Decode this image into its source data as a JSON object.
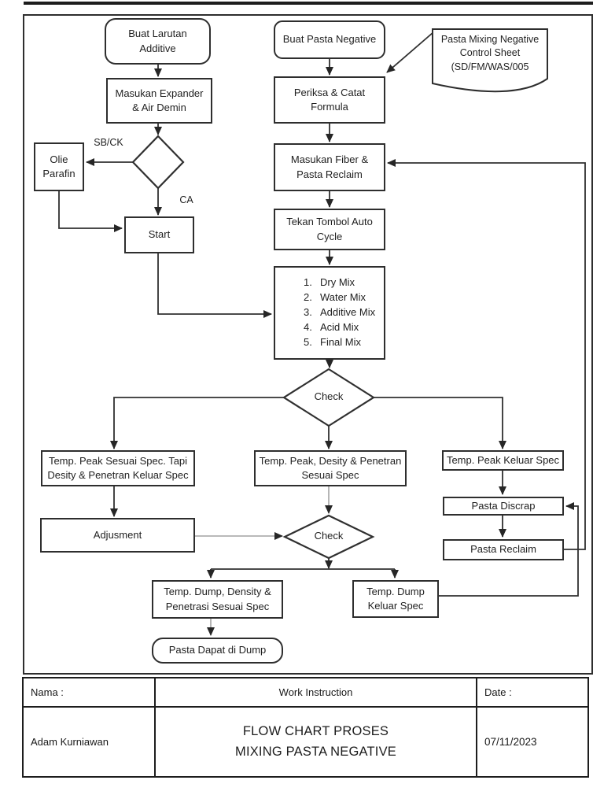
{
  "colors": {
    "ink": "#1f1f1f",
    "line": "#303030",
    "gray_line": "#a3a3a3"
  },
  "flowchart": {
    "nodes": {
      "buat_larutan": "Buat Larutan\nAdditive",
      "masukan_expander": "Masukan Expander\n& Air Demin",
      "olie_parafin": "Olie\nParafin",
      "start": "Start",
      "buat_pasta": "Buat Pasta Negative",
      "periksa": "Periksa & Catat\nFormula",
      "masukan_fiber": "Masukan Fiber &\nPasta Reclaim",
      "tekan_tombol": "Tekan Tombol Auto\nCycle",
      "check1": "Check",
      "check2": "Check",
      "temp_peak_tapi": "Temp. Peak Sesuai Spec. Tapi\nDesity & Penetran Keluar Spec",
      "temp_peak_sesuai": "Temp. Peak, Desity & Penetran\nSesuai Spec",
      "temp_peak_keluar": "Temp. Peak Keluar Spec",
      "adjusment": "Adjusment",
      "pasta_discrap": "Pasta Discrap",
      "pasta_reclaim": "Pasta Reclaim",
      "temp_dump_density": "Temp. Dump, Density &\nPenetrasi Sesuai Spec",
      "temp_dump_keluar": "Temp. Dump\nKeluar Spec",
      "pasta_dapat": "Pasta Dapat di Dump",
      "document_note": "Pasta Mixing Negative\nControl Sheet\n(SD/FM/WAS/005"
    },
    "branch_labels": {
      "sb_ck": "SB/CK",
      "ca": "CA"
    },
    "mix_steps": [
      {
        "num": "1.",
        "label": "Dry Mix"
      },
      {
        "num": "2.",
        "label": "Water Mix"
      },
      {
        "num": "3.",
        "label": "Additive Mix"
      },
      {
        "num": "4.",
        "label": "Acid Mix"
      },
      {
        "num": "5.",
        "label": "Final Mix"
      }
    ]
  },
  "footer": {
    "nama_label": "Nama :",
    "work_instruction": "Work Instruction",
    "date_label": "Date :",
    "nama_value": "Adam Kurniawan",
    "title": "FLOW CHART PROSES\nMIXING PASTA NEGATIVE",
    "date_value": "07/11/2023"
  }
}
